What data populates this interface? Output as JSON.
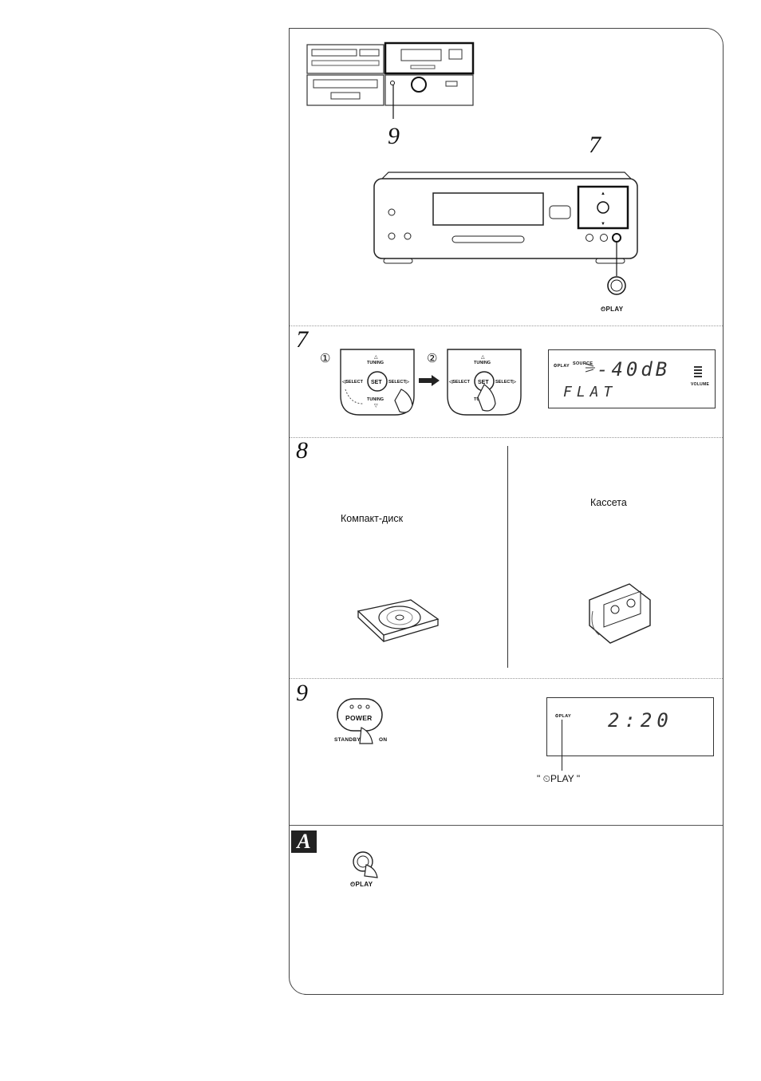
{
  "steps": {
    "s7_top": "7",
    "s9_top": "9",
    "s7": "7",
    "s8": "8",
    "s9": "9",
    "section_a": "A"
  },
  "labels": {
    "play_top": "⏲PLAY",
    "play_bottom": "⏲PLAY",
    "cd": "Компакт-диск",
    "cassette": "Кассета",
    "play_quote": "\" ⏲PLAY \"",
    "tuning": "TUNING",
    "select_left": "◁SELECT",
    "select_right": "SELECT▷",
    "set": "SET",
    "power": "POWER",
    "standby": "STANDBY",
    "on": "ON",
    "circle1": "①",
    "circle2": "②"
  },
  "display7": {
    "line1": "-40dB",
    "line2": "FLAT",
    "tag_play": "⏲PLAY",
    "tag_source": "SOURCE",
    "tag_volume": "VOLUME"
  },
  "display9": {
    "time": "2:20",
    "tag_play": "⏲PLAY"
  }
}
